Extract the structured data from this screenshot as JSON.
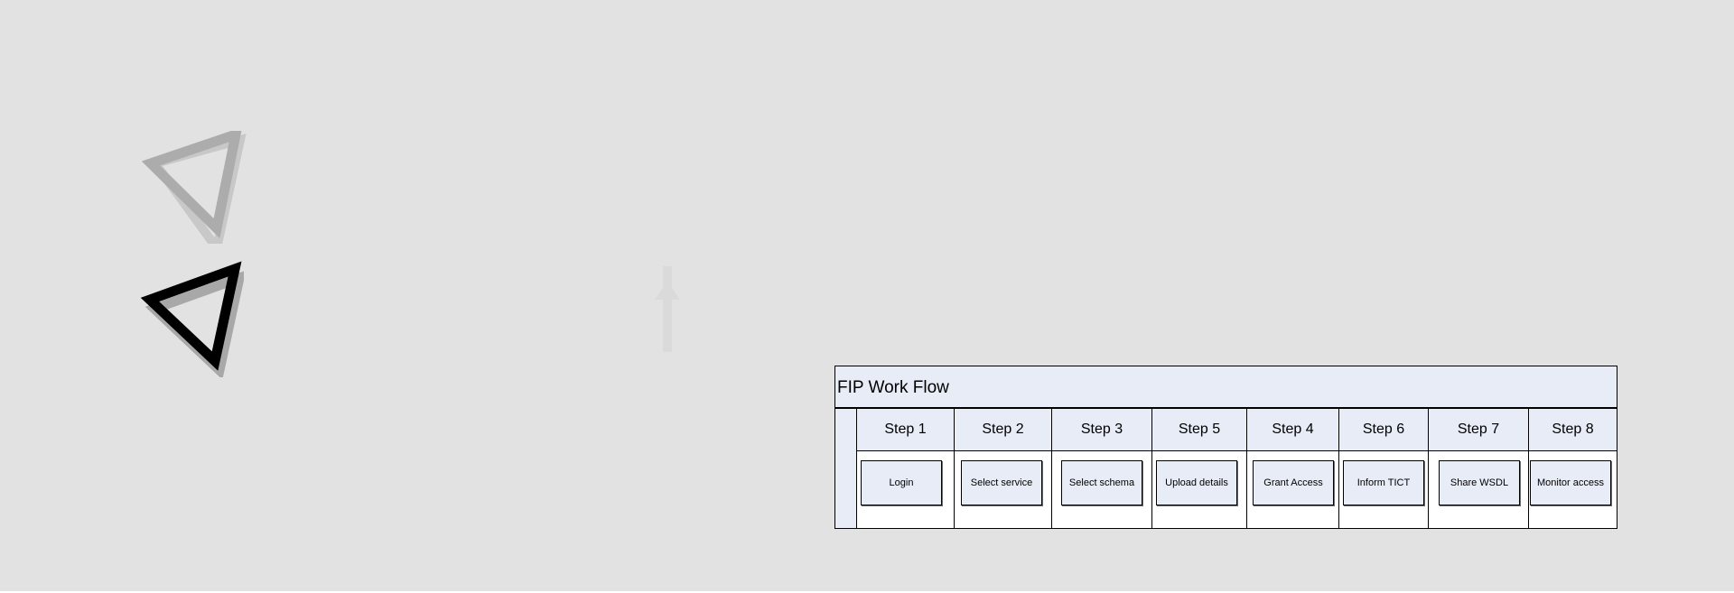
{
  "canvas": {
    "background": "#e2e2e2"
  },
  "decorations": {
    "icons": [
      "triangle-outline-gray-icon",
      "triangle-outline-black-icon"
    ],
    "colors": {
      "gray_triangle": "#acacac",
      "black_triangle": "#000000",
      "shadow": "#bdbdbd"
    }
  },
  "pool": {
    "title": "FIP Work Flow",
    "header_fill": "#e7ecf7",
    "lanes": [
      {
        "label": "Step 1",
        "task": "Login"
      },
      {
        "label": "Step 2",
        "task": "Select service"
      },
      {
        "label": "Step 3",
        "task": "Select schema"
      },
      {
        "label": "Step 5",
        "task": "Upload details"
      },
      {
        "label": "Step 4",
        "task": "Grant Access"
      },
      {
        "label": "Step 6",
        "task": "Inform TICT"
      },
      {
        "label": "Step 7",
        "task": "Share WSDL"
      },
      {
        "label": "Step 8",
        "task": "Monitor access"
      }
    ]
  }
}
